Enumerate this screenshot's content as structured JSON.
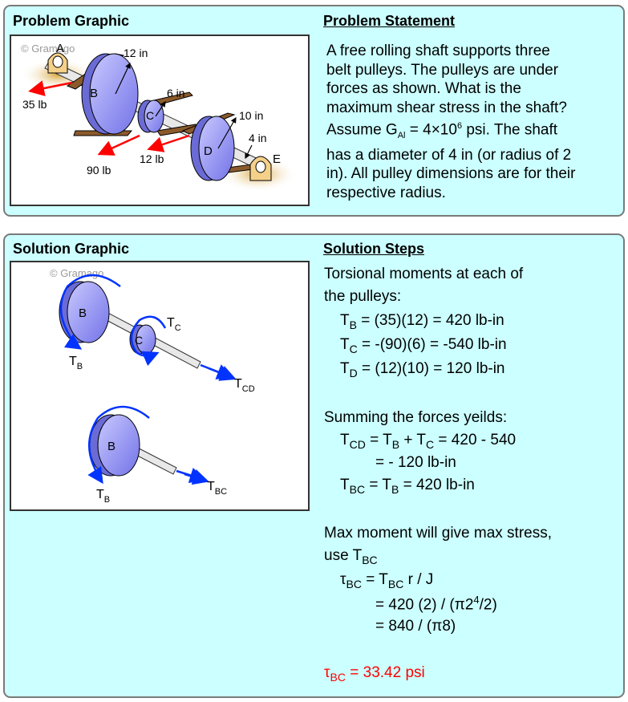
{
  "problem": {
    "graphic_title": "Problem Graphic",
    "statement_title": "Problem Statement",
    "statement_lines": [
      "A free rolling shaft supports three",
      "belt pulleys. The pulleys are under",
      "forces as shown. What is the",
      "maximum shear stress in the shaft?",
      "Assume G_Al = 4×10^6 psi. The shaft",
      "has a diameter of 4 in (or radius of 2",
      "in). All pulley dimensions are for their",
      "respective radius."
    ],
    "s5_pre": "Assume G",
    "s5_sub": "Al",
    "s5_mid": " = 4×10",
    "s5_sup": "6",
    "s5_post": " psi. The shaft",
    "diagram": {
      "watermark": "© Gramago",
      "labels": {
        "A": "A",
        "B": "B",
        "C": "C",
        "D": "D",
        "E": "E"
      },
      "dims": {
        "r12": "12 in",
        "r6": "6 in",
        "r10": "10 in",
        "r4": "4 in"
      },
      "forces": {
        "f35": "35 lb",
        "f90": "90 lb",
        "f12": "12 lb"
      }
    }
  },
  "solution": {
    "graphic_title": "Solution Graphic",
    "steps_title": "Solution Steps",
    "diagram": {
      "watermark": "© Gramago",
      "B": "B",
      "C": "C",
      "T": "T",
      "sub_B": "B",
      "sub_C": "C",
      "sub_CD": "CD",
      "sub_BC": "BC"
    },
    "intro1": "Torsional moments at each of",
    "intro2": "the pulleys:",
    "TB": {
      "t": "T",
      "sub": "B",
      "rest": " = (35)(12) = 420 lb-in"
    },
    "TC": {
      "t": "T",
      "sub": "C",
      "rest": " = -(90)(6) = -540 lb-in"
    },
    "TD": {
      "t": "T",
      "sub": "D",
      "rest": " = (12)(10) = 120 lb-in"
    },
    "sum_title": "Summing the forces yeilds:",
    "sum1": {
      "t": "T",
      "sub": "CD",
      "mid": " = T",
      "sub2": "B",
      "mid2": " + T",
      "sub3": "C",
      "rest": " = 420 - 540"
    },
    "sum2": "= - 120 lb-in",
    "sum3": {
      "t": "T",
      "sub": "BC",
      "mid": " = T",
      "sub2": "B",
      "rest": " = 420 lb-in"
    },
    "max1": "Max moment will give max stress,",
    "max2": {
      "pre": "use T",
      "sub": "BC"
    },
    "tau1": {
      "tau": "τ",
      "sub": "BC",
      "mid": " = T",
      "sub2": "BC",
      "rest": " r / J"
    },
    "tau2": {
      "pre": "= 420 (2) / (π2",
      "sup": "4",
      "post": "/2)"
    },
    "tau3": "= 840 / (π8)",
    "result": {
      "tau": "τ",
      "sub": "BC",
      "rest": " = 33.42 psi"
    },
    "colors": {
      "result": "#ff0000",
      "panel": "#ccffff",
      "pulley": "#8f8fff",
      "belt": "#8b5a2b",
      "force": "#ff0000",
      "torque": "#0033ff"
    }
  }
}
